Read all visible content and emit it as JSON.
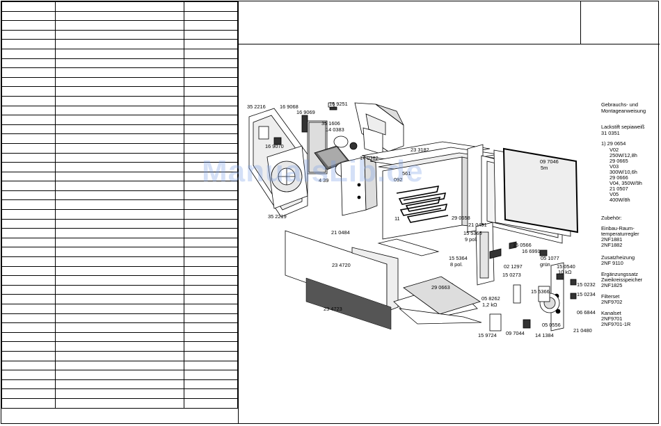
{
  "watermark": "ManualsLib.de",
  "parts_table": {
    "row_count": 43
  },
  "side_notes": [
    {
      "id": "manual",
      "lines": [
        "Gebrauchs- und",
        "Montageanweisung"
      ]
    },
    {
      "id": "lackstift",
      "lines": [
        "Lackstift sepiaweiß",
        "31 0351"
      ]
    },
    {
      "id": "note1",
      "lines": [
        "1)  29 0654"
      ],
      "indented": [
        "V02",
        "250W/12,8h",
        "29 0665",
        "V03",
        "300W/10,6h",
        "29 0666",
        "V04, 350W/9h",
        "21 0507",
        "V05",
        "400W/8h"
      ]
    },
    {
      "id": "zubehor",
      "lines": [
        "Zubehör:"
      ]
    },
    {
      "id": "einbau",
      "lines": [
        "Einbau-Raum-",
        "temperaturregler",
        "2NF1881",
        "2NF1882"
      ]
    },
    {
      "id": "zusatz",
      "lines": [
        "Zusatzheizung",
        "2NF 9110"
      ]
    },
    {
      "id": "erganzung",
      "lines": [
        "Ergänzungssatz",
        "Zweikreisspeicher",
        "2NF1825"
      ]
    },
    {
      "id": "filterset",
      "lines": [
        "Filterset",
        "2NF9702"
      ]
    },
    {
      "id": "kanalset",
      "lines": [
        "Kanalset",
        "2NF9701",
        "2NF9701-1R"
      ]
    }
  ],
  "callouts": [
    {
      "id": "c352216",
      "text": "35 2216"
    },
    {
      "id": "c169068",
      "text": "16 9068"
    },
    {
      "id": "c169069",
      "text": "16 9069"
    },
    {
      "id": "c169251",
      "text": "16 9251"
    },
    {
      "id": "c351606",
      "text": "35 1606"
    },
    {
      "id": "c140383a",
      "text": "14 0383"
    },
    {
      "id": "c169070",
      "text": "16 9070"
    },
    {
      "id": "c140382",
      "text": "14 0382"
    },
    {
      "id": "c233182",
      "text": "23 3182"
    },
    {
      "id": "c097046",
      "text": "09 7046"
    },
    {
      "id": "c5m",
      "text": "5m"
    },
    {
      "id": "c561",
      "text": "561"
    },
    {
      "id": "c092",
      "text": "092"
    },
    {
      "id": "c439",
      "text": "4 39"
    },
    {
      "id": "c352219",
      "text": "35 2219"
    },
    {
      "id": "c290658",
      "text": "29 0658"
    },
    {
      "id": "c210491",
      "text": "21 0491"
    },
    {
      "id": "c11",
      "text": "11"
    },
    {
      "id": "c210484",
      "text": "21 0484"
    },
    {
      "id": "c155365",
      "text": "15 5365"
    },
    {
      "id": "c9pol",
      "text": "9 pol."
    },
    {
      "id": "c150566",
      "text": "15 0566"
    },
    {
      "id": "c166991",
      "text": "16 6991"
    },
    {
      "id": "c051077",
      "text": "05 1077"
    },
    {
      "id": "cgrun",
      "text": "grün"
    },
    {
      "id": "c150540",
      "text": "15 0540"
    },
    {
      "id": "c10ko",
      "text": "10 kΩ"
    },
    {
      "id": "c234720",
      "text": "23 4720"
    },
    {
      "id": "c155364",
      "text": "15 5364"
    },
    {
      "id": "c8pol",
      "text": "8 pol."
    },
    {
      "id": "c021297",
      "text": "02 1297"
    },
    {
      "id": "c150273",
      "text": "15 0273"
    },
    {
      "id": "c290663",
      "text": "29 0663"
    },
    {
      "id": "c155366",
      "text": "15 5366"
    },
    {
      "id": "c150232",
      "text": "15 0232"
    },
    {
      "id": "c150234",
      "text": "15 0234"
    },
    {
      "id": "c058262",
      "text": "05 8262"
    },
    {
      "id": "c12ko",
      "text": "1,2 kΩ"
    },
    {
      "id": "c066844",
      "text": "06 6844"
    },
    {
      "id": "c234723",
      "text": "23 4723"
    },
    {
      "id": "c050556",
      "text": "05 0556"
    },
    {
      "id": "c210480",
      "text": "21 0480"
    },
    {
      "id": "c159724",
      "text": "15 9724"
    },
    {
      "id": "c097044",
      "text": "09 7044"
    },
    {
      "id": "c141384",
      "text": "14 1384"
    }
  ]
}
